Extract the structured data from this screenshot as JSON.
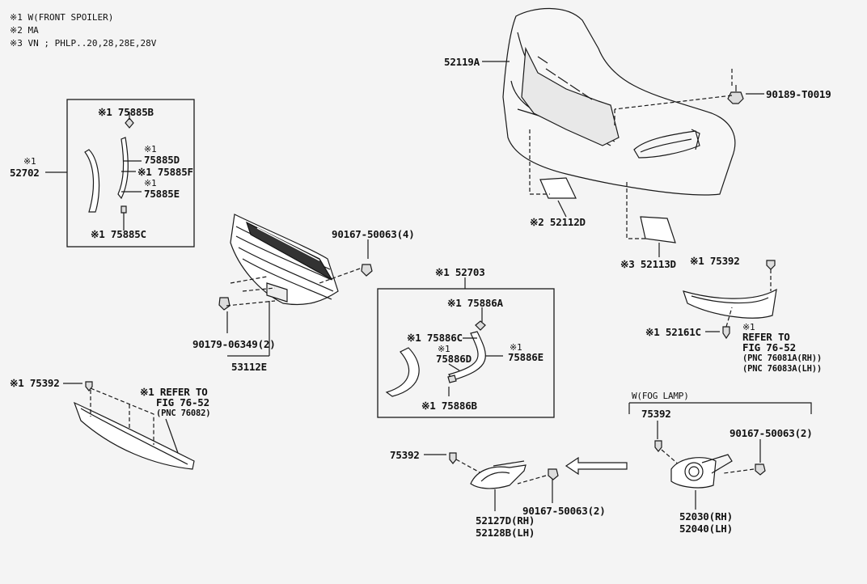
{
  "notes": [
    "※1 W(FRONT SPOILER)",
    "※2 MA",
    "※3 VN ; PHLP..20,28,28E,28V"
  ],
  "labels": {
    "p52119A": "52119A",
    "p90189": "90189-T0019",
    "p52112D": "※2 52112D",
    "p52113D": "※3 52113D",
    "p52702_mark": "※1",
    "p52702": "52702",
    "p75885B": "※1 75885B",
    "p75885D_mark": "※1",
    "p75885D": "75885D",
    "p75885F": "※1 75885F",
    "p75885E_mark": "※1",
    "p75885E": "75885E",
    "p75885C": "※1 75885C",
    "p90167_4": "90167-50063(4)",
    "p90179": "90179-06349(2)",
    "p53112E": "53112E",
    "p52703": "※1 52703",
    "p75886A": "※1 75886A",
    "p75886C": "※1 75886C",
    "p75886D_mark": "※1",
    "p75886D": "75886D",
    "p75886E_mark": "※1",
    "p75886E": "75886E",
    "p75886B": "※1 75886B",
    "p75392_r": "※1 75392",
    "p52161C": "※1 52161C",
    "ref_r_mark": "※1",
    "ref_r_1": "REFER TO",
    "ref_r_2": "FIG 76-52",
    "ref_r_3": "(PNC 76081A(RH))",
    "ref_r_4": "(PNC 76083A(LH))",
    "p75392_l": "※1 75392",
    "ref_l_1": "※1 REFER TO",
    "ref_l_2": "FIG 76-52",
    "ref_l_3": "(PNC 76082)",
    "fog_title": "W(FOG LAMP)",
    "p75392_f": "75392",
    "p90167_2f": "90167-50063(2)",
    "p52030": "52030(RH)",
    "p52040": "52040(LH)",
    "p75392_c": "75392",
    "p90167_2c": "90167-50063(2)",
    "p52127D": "52127D(RH)",
    "p52128B": "52128B(LH)"
  }
}
